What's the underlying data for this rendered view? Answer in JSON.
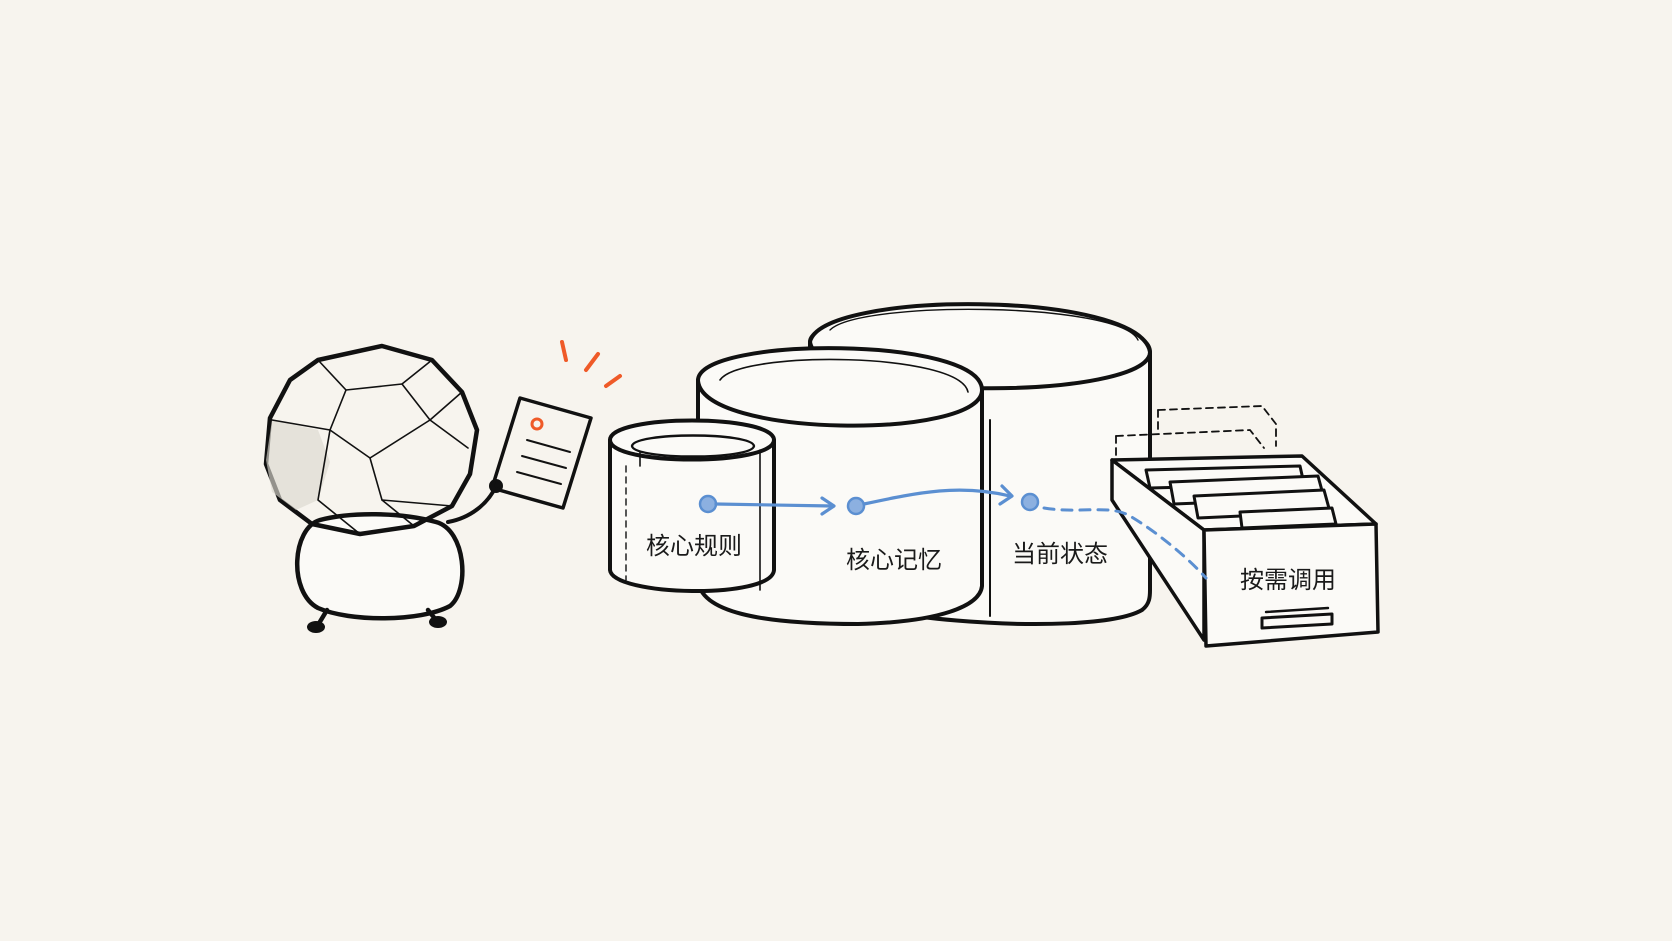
{
  "labels": {
    "core_rules": "核心规则",
    "core_memory": "核心记忆",
    "current_state": "当前状态",
    "on_demand": "按需调用"
  },
  "colors": {
    "background": "#f7f4ee",
    "ink": "#111111",
    "flow_blue": "#5b8fd1",
    "accent_orange": "#ef5a28"
  },
  "icons": {
    "character": "rock-head-figure-icon",
    "document": "document-icon",
    "drawer": "file-drawer-icon",
    "cylinders": "storage-cylinder-icon"
  }
}
